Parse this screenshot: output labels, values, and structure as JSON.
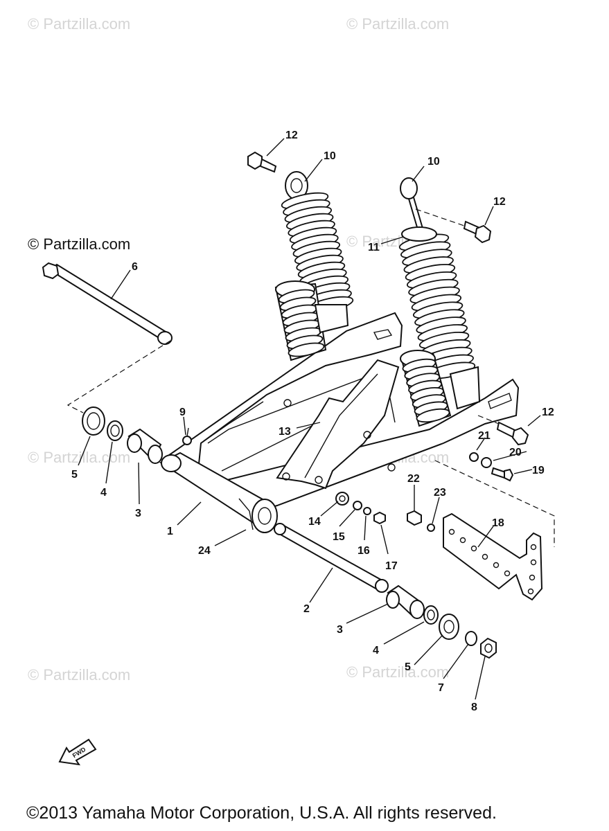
{
  "watermarks": {
    "top_left": "© Partzilla.com",
    "top_right": "© Partzilla.com",
    "mid_left_dark": "© Partzilla.com",
    "mid_right": "© Partzilla.com",
    "center_left": "© Partzilla.com",
    "center_right": "© Partzilla.com",
    "bottom_left": "© Partzilla.com",
    "bottom_right": "© Partzilla.com"
  },
  "copyright": "©2013 Yamaha Motor Corporation, U.S.A. All rights reserved.",
  "fwd_label": "FWD",
  "callouts": {
    "c12a": "12",
    "c10a": "10",
    "c10b": "10",
    "c12b": "12",
    "c11": "11",
    "c6": "6",
    "c12c": "12",
    "c9": "9",
    "c13": "13",
    "c21": "21",
    "c20": "20",
    "c19": "19",
    "c5a": "5",
    "c4a": "4",
    "c3a": "3",
    "c1": "1",
    "c24": "24",
    "c22": "22",
    "c23": "23",
    "c14": "14",
    "c15": "15",
    "c16": "16",
    "c17": "17",
    "c18": "18",
    "c2": "2",
    "c3b": "3",
    "c4b": "4",
    "c5b": "5",
    "c7": "7",
    "c8": "8"
  }
}
